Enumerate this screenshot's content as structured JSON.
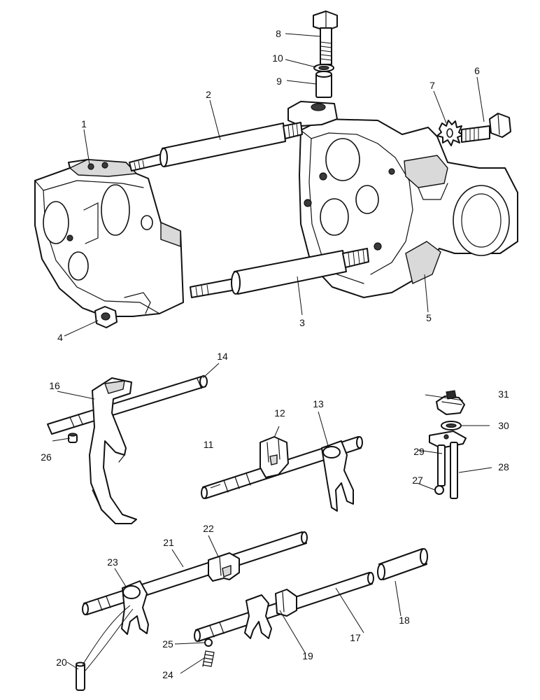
{
  "callouts": {
    "c1": "1",
    "c2": "2",
    "c3": "3",
    "c4": "4",
    "c5": "5",
    "c6": "6",
    "c7": "7",
    "c8": "8",
    "c9": "9",
    "c10": "10",
    "c11": "11",
    "c12": "12",
    "c13": "13",
    "c14": "14",
    "c16": "16",
    "c17": "17",
    "c18": "18",
    "c19": "19",
    "c20": "20",
    "c21": "21",
    "c22": "22",
    "c23": "23",
    "c24": "24",
    "c25": "25",
    "c26": "26",
    "c27": "27",
    "c28": "28",
    "c29": "29",
    "c30": "30",
    "c31": "31"
  }
}
